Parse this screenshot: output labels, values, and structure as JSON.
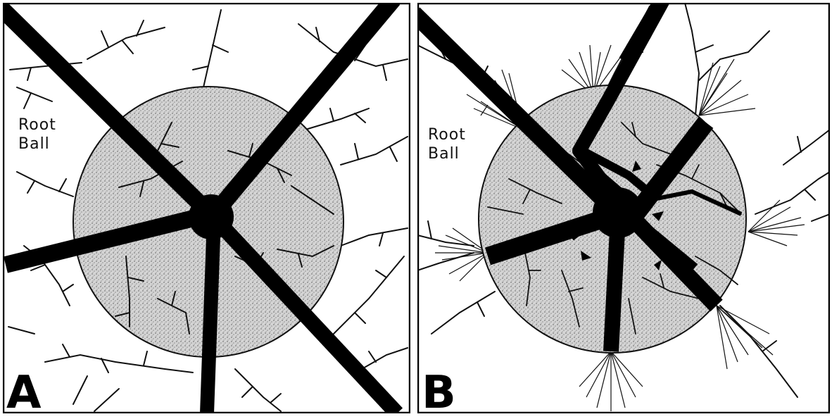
{
  "panels": [
    {
      "letter": "A",
      "root_ball_label": [
        "Root",
        "Ball"
      ]
    },
    {
      "letter": "B",
      "root_ball_label": [
        "Root",
        "Ball"
      ]
    }
  ],
  "colors": {
    "root": "#000000",
    "ball_fill": "#cfcfcf",
    "ball_stroke": "#111111",
    "frame": "#000000"
  }
}
